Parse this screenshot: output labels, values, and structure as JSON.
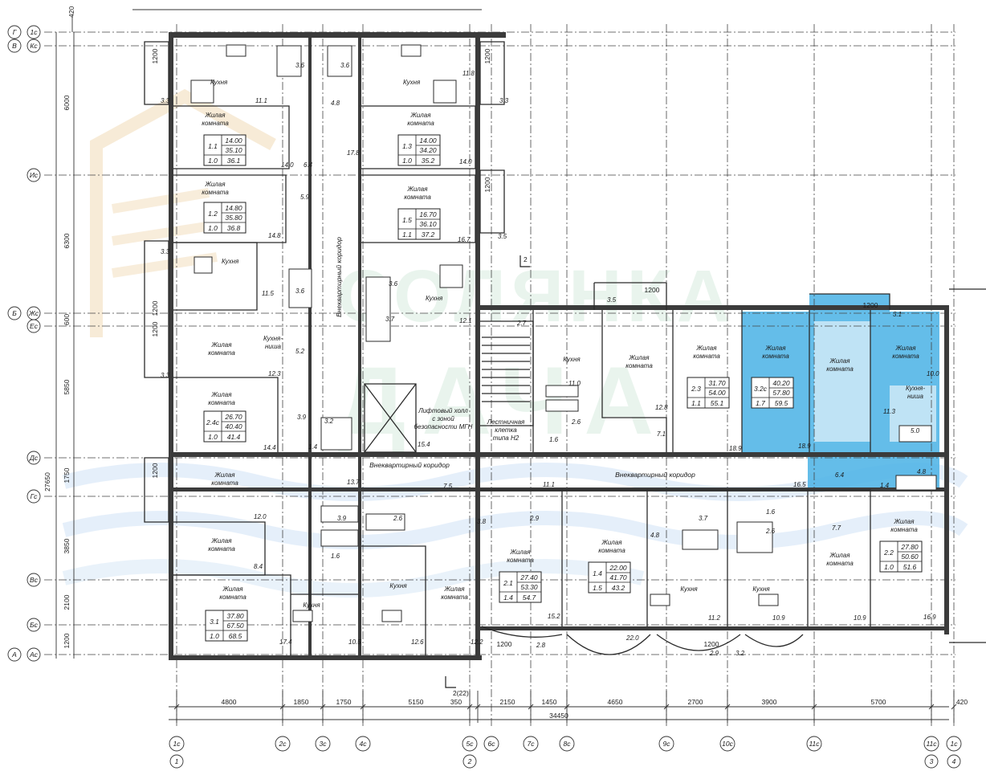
{
  "colors": {
    "wall": "#3b3b3b",
    "highlight": "#4fb4e6",
    "watermark_green": "#2f9e57",
    "watermark_blue": "#4a90d9"
  },
  "top_dim": "420",
  "left_dims": [
    "6000",
    "6300",
    "600",
    "5850",
    "1750",
    "3850",
    "2100",
    "1200",
    "27650"
  ],
  "axes_left": [
    {
      "a": "Г",
      "b": "1с"
    },
    {
      "a": "В",
      "b": "Кс"
    },
    {
      "a": "",
      "b": "Ис"
    },
    {
      "a": "Б",
      "b": "Жс"
    },
    {
      "a": "",
      "b": "Ес"
    },
    {
      "a": "",
      "b": "Дс"
    },
    {
      "a": "",
      "b": "Гс"
    },
    {
      "a": "",
      "b": "Вс"
    },
    {
      "a": "",
      "b": "Бс"
    },
    {
      "a": "А",
      "b": "Ас"
    }
  ],
  "axes_bottom": [
    {
      "top": "1с",
      "bottom": "1"
    },
    {
      "top": "2с",
      "bottom": ""
    },
    {
      "top": "3с",
      "bottom": ""
    },
    {
      "top": "4с",
      "bottom": ""
    },
    {
      "top": "5с",
      "bottom": "2"
    },
    {
      "top": "6с",
      "bottom": ""
    },
    {
      "top": "7с",
      "bottom": ""
    },
    {
      "top": "8с",
      "bottom": ""
    },
    {
      "top": "9с",
      "bottom": ""
    },
    {
      "top": "10с",
      "bottom": ""
    },
    {
      "top": "11с",
      "bottom": ""
    },
    {
      "top": "11с",
      "bottom": "3"
    },
    {
      "top": "1с",
      "bottom": "4"
    }
  ],
  "bottom_dims": [
    "4800",
    "1850",
    "1750",
    "5150",
    "350",
    "2150",
    "1450",
    "4650",
    "2700",
    "3900",
    "5700",
    "420"
  ],
  "bottom_total": "34450",
  "section_marks": [
    "2",
    "2(22)"
  ],
  "labels": {
    "living": "Жилая",
    "living2": "комната",
    "kitchen": "Кухня",
    "kitchen_niche_1": "Кухня-",
    "kitchen_niche_2": "ниша",
    "corridor_v": "Внеквартирный коридор",
    "corridor_h": "Внеквартирный коридор",
    "lift1": "Лифтовый холл",
    "lift2": "с зоной",
    "lift3": "безопасности МГН",
    "stair1": "Лестничная",
    "stair2": "клетка",
    "stair3": "типа Н2"
  },
  "apartments": [
    {
      "id": "1.1",
      "v": [
        "14.00",
        "35.10",
        "36.1"
      ],
      "k": "1.0"
    },
    {
      "id": "1.2",
      "v": [
        "14.80",
        "35.80",
        "36.8"
      ],
      "k": "1.0"
    },
    {
      "id": "1.3",
      "v": [
        "14.00",
        "34.20",
        "35.2"
      ],
      "k": "1.0"
    },
    {
      "id": "1.5",
      "v": [
        "16.70",
        "36.10",
        "37.2"
      ],
      "k": "1.1"
    },
    {
      "id": "2.4с",
      "v": [
        "26.70",
        "40.40",
        "41.4"
      ],
      "k": "1.0"
    },
    {
      "id": "2.3",
      "v": [
        "31.70",
        "54.00",
        "55.1"
      ],
      "k": "1.1"
    },
    {
      "id": "3.2с",
      "v": [
        "40.20",
        "57.80",
        "59.5"
      ],
      "k": "1.7"
    },
    {
      "id": "2.1",
      "v": [
        "27.40",
        "53.30",
        "54.7"
      ],
      "k": "1.4"
    },
    {
      "id": "1.4",
      "v": [
        "22.00",
        "41.70",
        "43.2"
      ],
      "k": "1.5"
    },
    {
      "id": "2.2",
      "v": [
        "27.80",
        "50.60",
        "51.6"
      ],
      "k": "1.0"
    },
    {
      "id": "3.1",
      "v": [
        "37.80",
        "67.50",
        "68.5"
      ],
      "k": "1.0"
    }
  ],
  "room_areas": [
    "3.3",
    "11.1",
    "3.6",
    "3.6",
    "4.8",
    "11.8",
    "3.3",
    "14.0",
    "6.4",
    "17.8",
    "14.0",
    "5.9",
    "14.8",
    "16.7",
    "3.5",
    "3.3",
    "11.5",
    "3.6",
    "3.6",
    "3.7",
    "12.1",
    "5.2",
    "2.7",
    "3.5",
    "3.3",
    "12.3",
    "11.0",
    "12.8",
    "10.0",
    "3.1",
    "3.9",
    "3.2",
    "2.6",
    "7.1",
    "11.3",
    "1.4",
    "1.6",
    "5.0",
    "14.4",
    "15.4",
    "18.9",
    "18.9",
    "12.0",
    "13.7",
    "7.5",
    "11.1",
    "16.5",
    "6.4",
    "1.4",
    "4.8",
    "3.9",
    "2.6",
    "3.8",
    "2.9",
    "3.7",
    "1.6",
    "2.6",
    "7.7",
    "8.4",
    "1.6",
    "4.8",
    "10.5",
    "12.6",
    "12.2",
    "15.2",
    "22.0",
    "11.2",
    "10.9",
    "10.9",
    "16.9",
    "17.4",
    "2.8",
    "2.9",
    "3.2"
  ],
  "balcony_dims": [
    "1200",
    "1200",
    "1200",
    "1200",
    "1200",
    "1200",
    "1200",
    "1200",
    "1200",
    "1200"
  ]
}
